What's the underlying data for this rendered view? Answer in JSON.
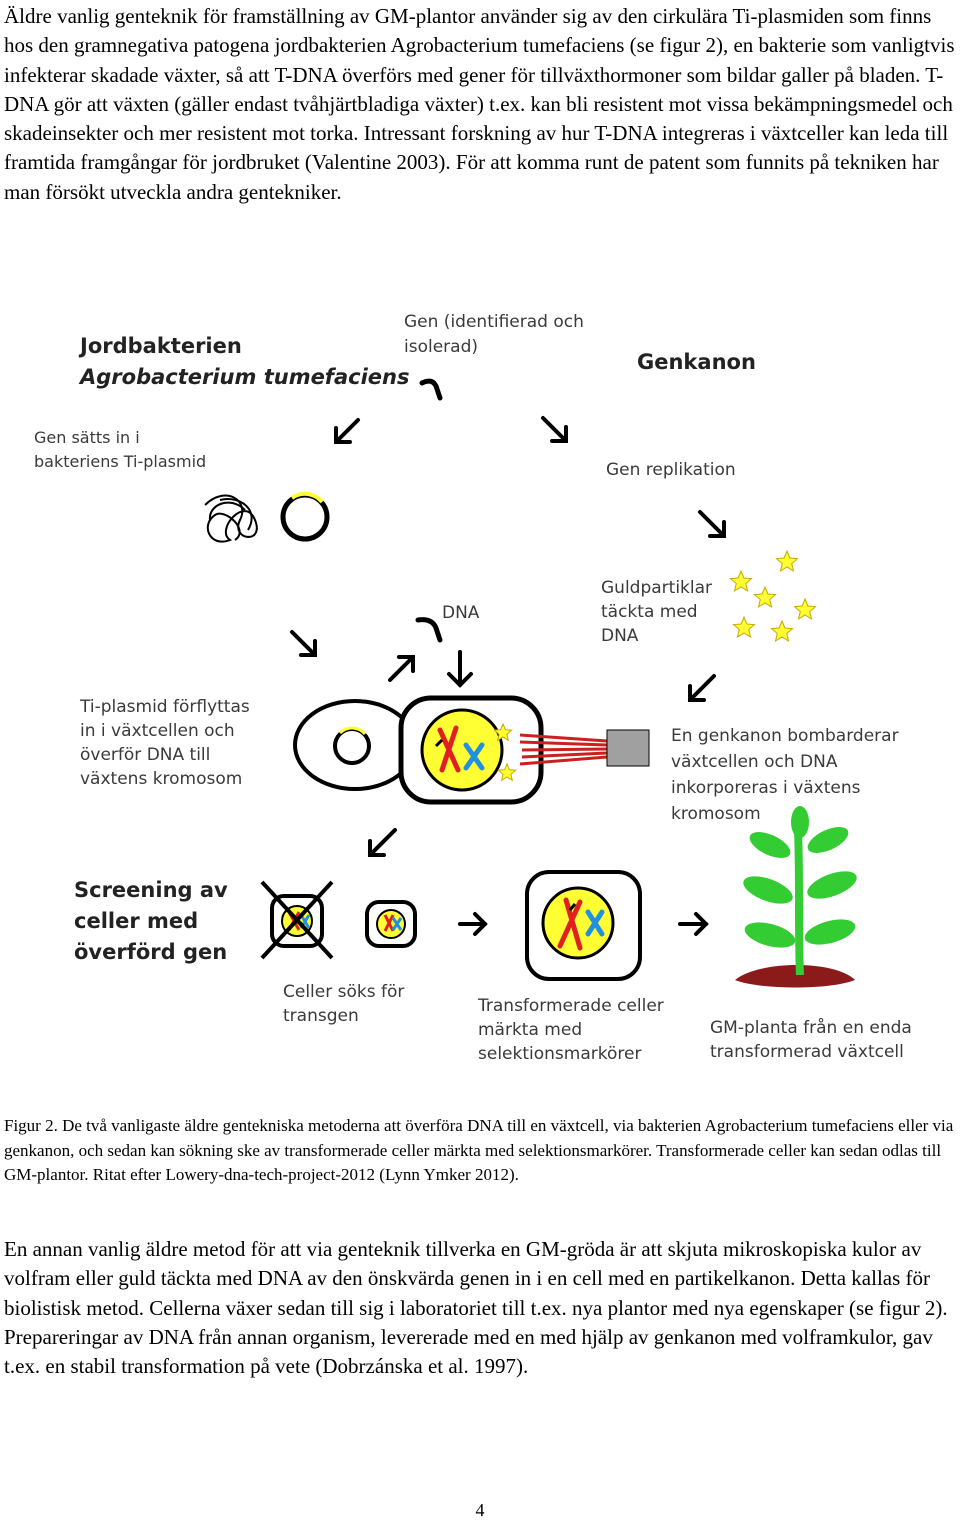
{
  "paragraph1": "Äldre vanlig genteknik för framställning av GM-plantor använder sig av den cirkulära Ti-plasmiden som finns hos den gramnegativa patogena jordbakterien Agrobacterium tumefaciens (se figur 2), en bakterie som vanligtvis infekterar skadade växter, så att T-DNA överförs med gener för tillväxthormoner som bildar galler på bladen. T-DNA gör att växten (gäller endast tvåhjärtbladiga växter) t.ex. kan bli resistent mot vissa bekämpningsmedel och skadeinsekter och mer resistent mot torka. Intressant forskning av hur T-DNA integreras i växtceller kan leda till framtida framgångar för jordbruket (Valentine 2003). För att komma runt de patent som funnits på tekniken har man försökt utveckla andra gentekniker.",
  "figure": {
    "title_line1": "Jordbakterien",
    "title_line2": "Agrobacterium tumefaciens",
    "gene_label_line1": "Gen (identifierad och",
    "gene_label_line2": "isolerad)",
    "genkanon": "Genkanon",
    "gen_satts_line1": "Gen sätts in i",
    "gen_satts_line2": "bakteriens Ti-plasmid",
    "gen_replikation": "Gen replikation",
    "guld_line1": "Guldpartiklar",
    "guld_line2": "täckta med",
    "guld_line3": "DNA",
    "dna": "DNA",
    "ti_line1": "Ti-plasmid förflyttas",
    "ti_line2": "in i växtcellen och",
    "ti_line3": "överför DNA till",
    "ti_line4": "växtens kromosom",
    "bomb_line1": "En genkanon bombarderar",
    "bomb_line2": "växtcellen och DNA",
    "bomb_line3": "inkorporeras i växtens",
    "bomb_line4": "kromosom",
    "screening_line1": "Screening av",
    "screening_line2": "celler med",
    "screening_line3": "överförd gen",
    "celler_line1": "Celler söks för",
    "celler_line2": "transgen",
    "transf_line1": "Transformerade celler",
    "transf_line2": "märkta med",
    "transf_line3": "selektionsmarkörer",
    "gm_line1": "GM-planta från en enda",
    "gm_line2": "transformerad växtcell",
    "colors": {
      "yellow": "#ffff33",
      "red": "#e02020",
      "blue": "#2090e0",
      "green": "#33cc33",
      "soil": "#8b1a1a"
    }
  },
  "caption": "Figur 2. De två vanligaste äldre gentekniska metoderna att överföra DNA till en växtcell, via bakterien Agrobacterium tumefaciens eller via genkanon, och sedan kan sökning ske av transformerade celler märkta med selektionsmarkörer. Transformerade celler kan sedan odlas till GM-plantor. Ritat efter Lowery-dna-tech-project-2012 (Lynn Ymker 2012).",
  "paragraph2": "En annan vanlig äldre metod för att via genteknik tillverka en GM-gröda är att skjuta mikroskopiska kulor av volfram eller guld täckta med DNA av den önskvärda genen in i en cell med en partikelkanon. Detta kallas för biolistisk metod. Cellerna växer sedan till sig i laboratoriet till t.ex. nya plantor med nya egenskaper (se figur 2). Prepareringar av DNA från annan organism, levererade med en med hjälp av genkanon med volframkulor, gav t.ex. en stabil transformation på vete (Dobrzánska et al. 1997).",
  "page_number": "4"
}
